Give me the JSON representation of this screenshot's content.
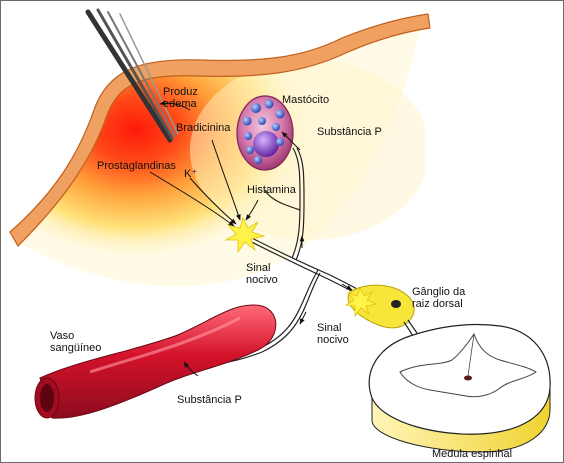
{
  "labels": {
    "produz_edema": "Produz\nedema",
    "mastocito": "Mastócito",
    "bradicinina": "Bradicinina",
    "substancia_p_top": "Substância P",
    "prostaglandinas": "Prostaglandinas",
    "k_plus": "K⁺",
    "histamina": "Histamina",
    "sinal_nocivo_1": "Sinal\nnocivo",
    "ganglio": "Gânglio da\nraiz dorsal",
    "vaso": "Vaso\nsangüíneo",
    "sinal_nocivo_2": "Sinal\nnocivo",
    "substancia_p_bottom": "Substância P",
    "medula": "Medula espinhal"
  },
  "colors": {
    "skin_band": "#e8914a",
    "inflammation_core": "#ff2a10",
    "inflammation_glow": "#ffe066",
    "vessel": "#d3122a",
    "vessel_dark": "#8c0c1e",
    "mast_cell": "#c14a8c",
    "granule": "#3f63d6",
    "nerve_yellow": "#f2e233",
    "spinal_rim": "#f3dc4a"
  }
}
